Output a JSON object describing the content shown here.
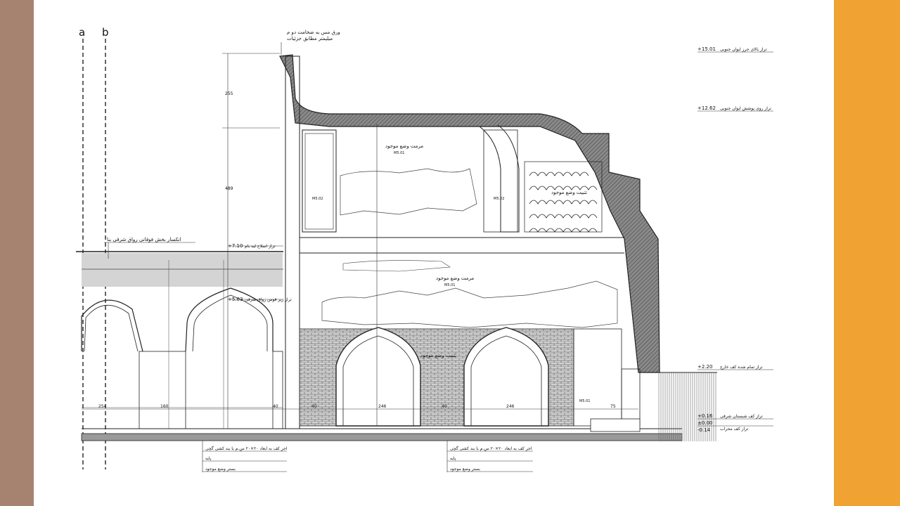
{
  "colors": {
    "left_bar": "#a68370",
    "right_bar": "#f0a232",
    "line": "#222222",
    "wall_fill": "#7d7d7d",
    "brick_fill": "#cfcfcf",
    "gray_band": "#d4d4d4"
  },
  "axes": {
    "a": "a",
    "b": "b"
  },
  "top_note": {
    "line1": "ورق مس به ضخامت دو م",
    "line2": "میلیمتر مطابق جزئیات"
  },
  "elevation_tags": [
    {
      "value": "+15.01",
      "text": "تراز بالای جرز ایوان جنوبی"
    },
    {
      "value": "+12.62",
      "text": "تراز روی پوشش ایوان جنوبی"
    },
    {
      "value": "+7.10",
      "text": "تراز اسلاخ لبه بام"
    },
    {
      "value": "+5.03",
      "text": "تراز زیر قوس رواق شرقی"
    },
    {
      "value": "+2.20",
      "text": "تراز تمام شده کف خارج"
    },
    {
      "value": "+0.16",
      "text": "تراز کف شبستان شرقی"
    },
    {
      "value": "±0.00",
      "text": "تراز کف محراب"
    },
    {
      "value": "-0.14",
      "text": ""
    }
  ],
  "left_note": "انکسار بخش فوقانی رواق شرقی بنا",
  "annotations": {
    "upper_vault": "مرمت وضع موجود",
    "upper_vault_code": "M5.01",
    "muqarnas": "تثبیت وضع موجود",
    "middle_wall": "مرمت وضع موجود",
    "middle_wall_code": "M5.01",
    "lower_arch": "تثبیت وضع موجود",
    "left_code": "M5.02",
    "right_code": "M5.02",
    "sample_code": "M5.01"
  },
  "footer_left": {
    "line1": "اجر کف به ابعاد ۲۰×۲۰ س.م با بند کشی گچی",
    "line2": "پایه",
    "line3": "بستر وضع موجود"
  },
  "footer_right": {
    "line1": "اجر کف به ابعاد ۲۰×۲۰ س.م با بند کشی گچی",
    "line2": "پایه",
    "line3": "بستر وضع موجود"
  },
  "dimensions": {
    "vertical_1": "255",
    "vertical_2": "489",
    "h_1": "254",
    "h_2": "160",
    "h_3": "40",
    "h_4": "40",
    "h_5": "246",
    "h_6": "40",
    "h_7": "246",
    "h_8": "75"
  }
}
